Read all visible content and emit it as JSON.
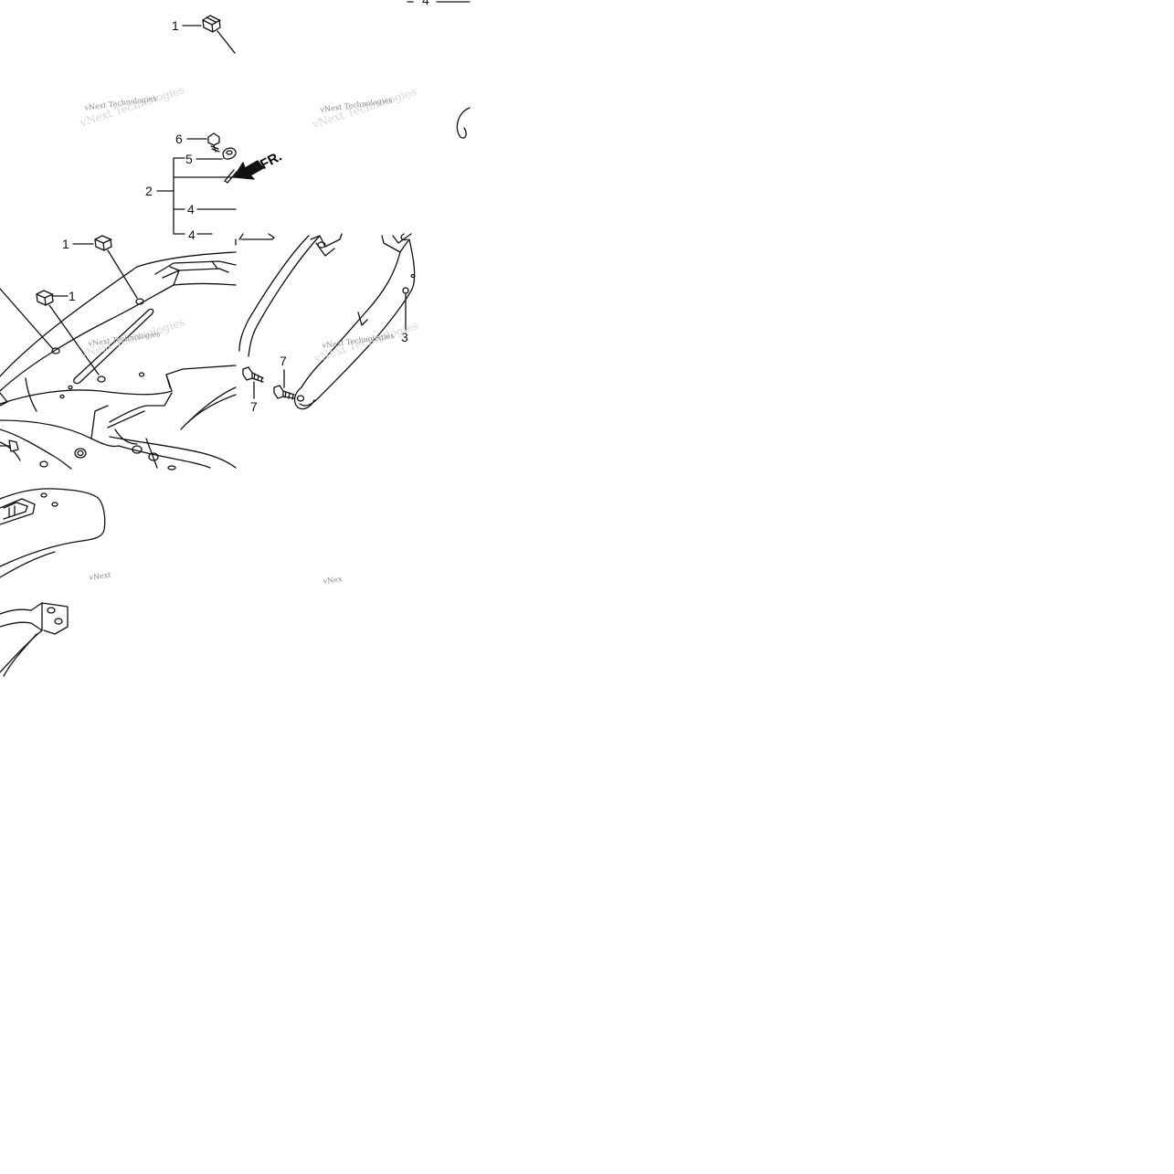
{
  "callouts": {
    "c1a": "1",
    "c1b": "1",
    "c1c": "1",
    "c2": "2",
    "c3": "3",
    "c4a": "4",
    "c4b": "4",
    "c4c": "4",
    "c5": "5",
    "c6": "6",
    "c7a": "7",
    "c7b": "7"
  },
  "direction_label": "FR.",
  "watermark": {
    "full": "vNext Technologies",
    "cut_left": "vNext",
    "cut_right": "vNex"
  },
  "colors": {
    "line": "#111111",
    "background": "#ffffff",
    "watermark": "#8a8a8a"
  }
}
